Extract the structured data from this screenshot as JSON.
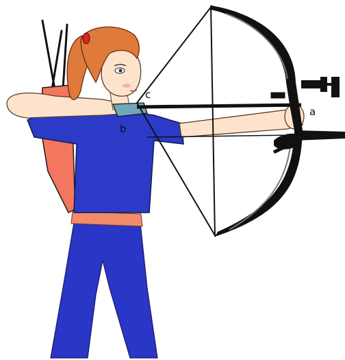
{
  "labels": {
    "a": "a",
    "b": "b",
    "c": "c"
  },
  "colors": {
    "shirt": "#2c3ac8",
    "pants": "#2a36c6",
    "quiver": "#f2775e",
    "belt": "#f28a6c",
    "hair": "#e07a3a",
    "skin": "#fde3cc",
    "bow": "#111111",
    "string": "#111111"
  }
}
